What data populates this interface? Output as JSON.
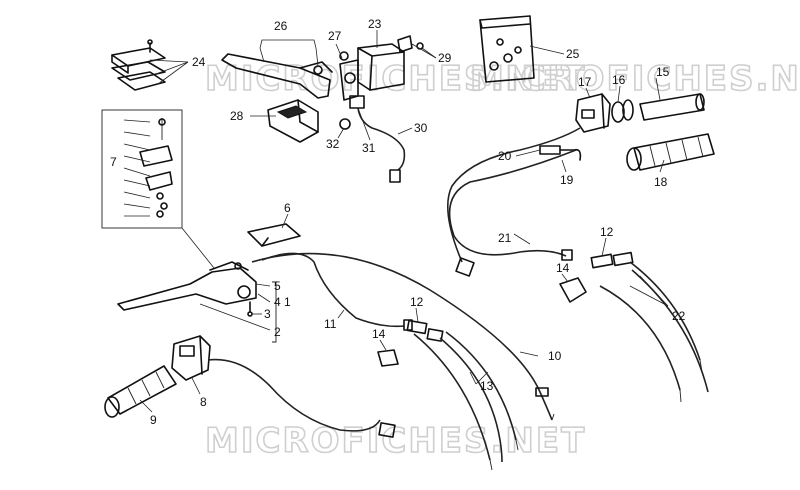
{
  "watermarks": [
    "MICROFICHES.NET",
    "MICROFICHES.NET",
    "MICROFICHES.NET"
  ],
  "callouts": [
    {
      "id": "c1",
      "text": "1"
    },
    {
      "id": "c2",
      "text": "2"
    },
    {
      "id": "c3",
      "text": "3"
    },
    {
      "id": "c4",
      "text": "4"
    },
    {
      "id": "c5",
      "text": "5"
    },
    {
      "id": "c6",
      "text": "6"
    },
    {
      "id": "c7",
      "text": "7"
    },
    {
      "id": "c8",
      "text": "8"
    },
    {
      "id": "c9",
      "text": "9"
    },
    {
      "id": "c10",
      "text": "10"
    },
    {
      "id": "c11",
      "text": "11"
    },
    {
      "id": "c12a",
      "text": "12"
    },
    {
      "id": "c12b",
      "text": "12"
    },
    {
      "id": "c13",
      "text": "13"
    },
    {
      "id": "c14a",
      "text": "14"
    },
    {
      "id": "c14b",
      "text": "14"
    },
    {
      "id": "c15",
      "text": "15"
    },
    {
      "id": "c16",
      "text": "16"
    },
    {
      "id": "c17",
      "text": "17"
    },
    {
      "id": "c18",
      "text": "18"
    },
    {
      "id": "c19",
      "text": "19"
    },
    {
      "id": "c20",
      "text": "20"
    },
    {
      "id": "c21",
      "text": "21"
    },
    {
      "id": "c22",
      "text": "22"
    },
    {
      "id": "c23",
      "text": "23"
    },
    {
      "id": "c24",
      "text": "24"
    },
    {
      "id": "c25",
      "text": "25"
    },
    {
      "id": "c26",
      "text": "26"
    },
    {
      "id": "c27",
      "text": "27"
    },
    {
      "id": "c28",
      "text": "28"
    },
    {
      "id": "c29",
      "text": "29"
    },
    {
      "id": "c30",
      "text": "30"
    },
    {
      "id": "c31",
      "text": "31"
    },
    {
      "id": "c32",
      "text": "32"
    }
  ]
}
